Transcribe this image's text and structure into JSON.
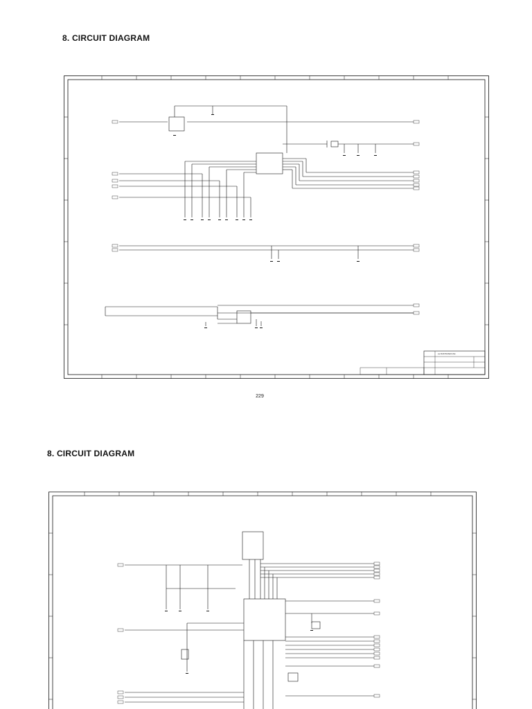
{
  "page": {
    "heading_top": "8. CIRCUIT DIAGRAM",
    "page_number": "229",
    "heading_bottom": "8. CIRCUIT DIAGRAM"
  },
  "sheet1": {
    "title_block_company": "LG ELECTRONICS INC."
  },
  "colors": {
    "ink": "#111111",
    "paper": "#ffffff"
  }
}
